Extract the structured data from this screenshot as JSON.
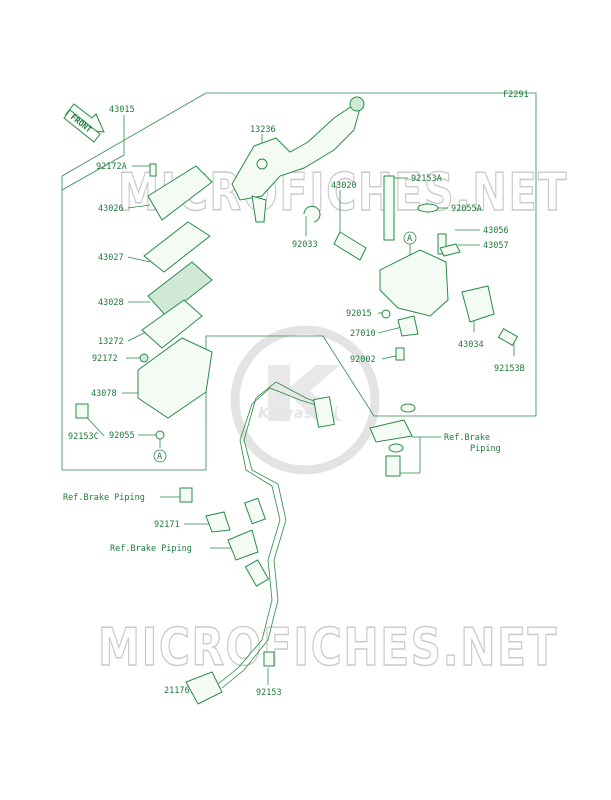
{
  "diagram_code": "F2291",
  "watermark": "MICROFICHES.NET",
  "logo_text": "Kawasaki",
  "front_label": "FRONT",
  "callout_marker": "A",
  "labels": {
    "p43015": "43015",
    "p13236": "13236",
    "p92172A": "92172A",
    "p43026": "43026",
    "p43020": "43020",
    "p92153A": "92153A",
    "p92055A": "92055A",
    "p92033": "92033",
    "p43027": "43027",
    "p43056": "43056",
    "p43057": "43057",
    "p43028": "43028",
    "p92015": "92015",
    "p13272": "13272",
    "p27010": "27010",
    "p43034": "43034",
    "p92172": "92172",
    "p92002": "92002",
    "p92153B": "92153B",
    "p43078": "43078",
    "p92153C": "92153C",
    "p92055": "92055",
    "ref_brake_piping_right_1": "Ref.Brake",
    "ref_brake_piping_right_2": "Piping",
    "ref_brake_piping_left_1": "Ref.Brake Piping",
    "p92171": "92171",
    "ref_brake_piping_left_2": "Ref.Brake Piping",
    "p21176": "21176",
    "p92153": "92153"
  }
}
